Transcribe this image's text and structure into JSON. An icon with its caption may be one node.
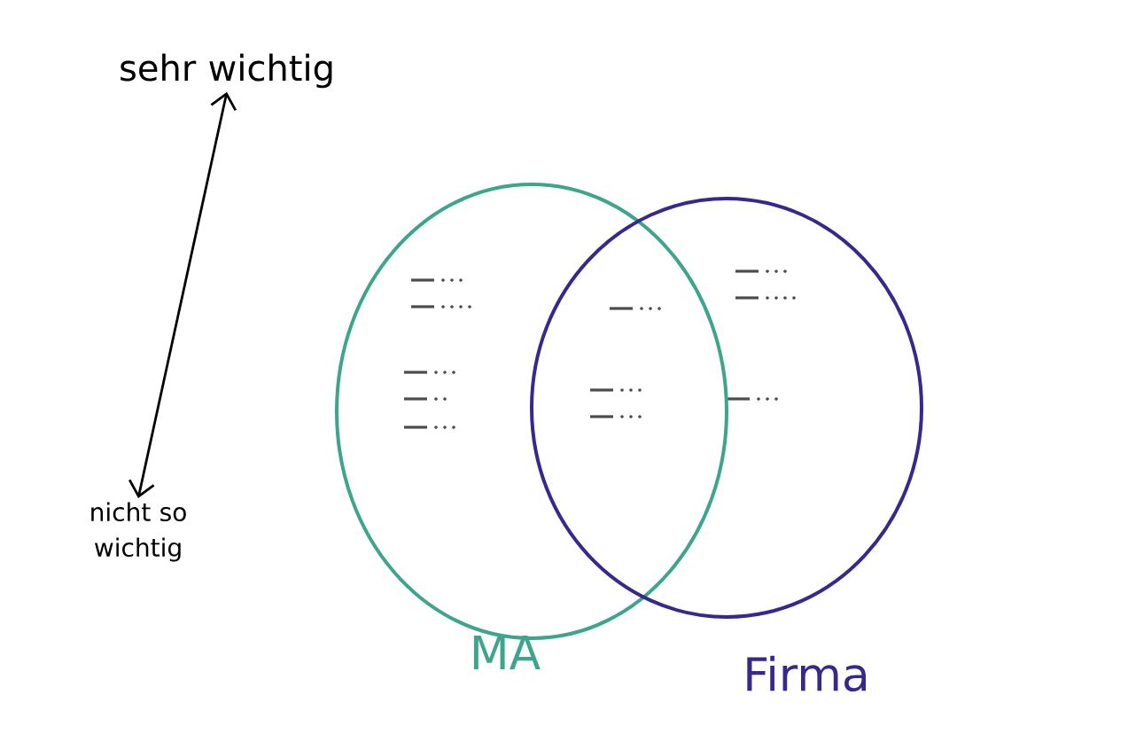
{
  "diagram": {
    "nodes": [
      {
        "text": [
          "sehr wichtig"
        ]
      },
      {
        "text": [
          "nicht so wichtig"
        ]
      },
      {
        "text": [
          "MA"
        ]
      },
      {
        "text": [
          "Firma"
        ]
      }
    ],
    "edges": [
      {
        "from": 0,
        "to": 1,
        "arrow": "both"
      }
    ]
  }
}
